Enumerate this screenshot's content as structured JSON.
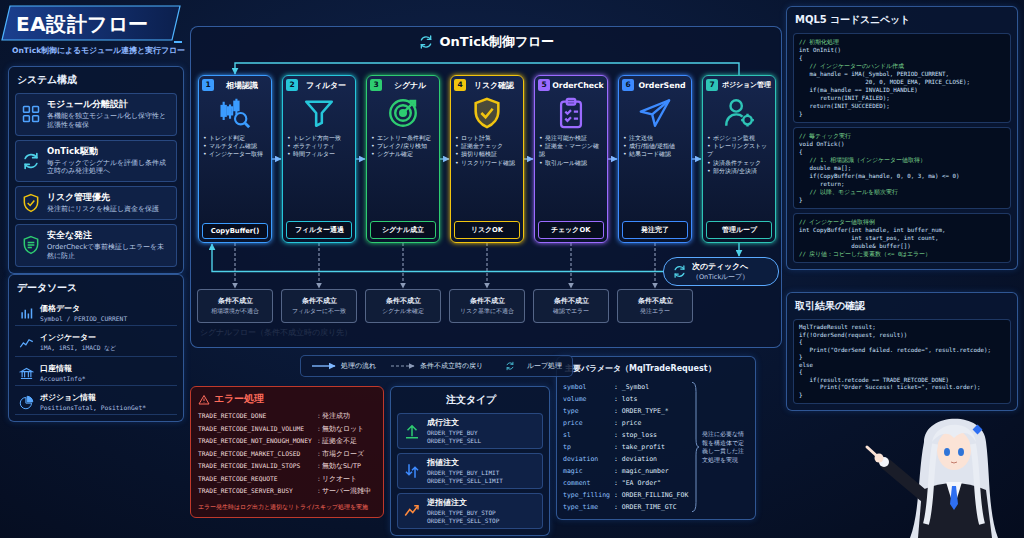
{
  "diagram": {
    "title": "EA設計フロー",
    "nodes": [
      {
        "text": [
          "システム構成"
        ]
      },
      {
        "text": [
          "モジュール分離設計",
          "各機能を独立モジュール化し保守性と拡張性を確保"
        ],
        "in": 0
      },
      {
        "text": [
          "OnTick駆動",
          "毎ティックでシグナルを評価し条件成立時のみ発注処理へ"
        ],
        "in": 0
      },
      {
        "text": [
          "リスク管理優先",
          "発注前にリスクを検証し資金を保護"
        ],
        "in": 0
      },
      {
        "text": [
          "安全な発注",
          "OrderCheckで事前検証しエラーを未然に防止"
        ],
        "in": 0
      },
      {
        "text": [
          "データソース"
        ]
      },
      {
        "text": [
          "価格データ",
          "Symbol / PERIOD_CURRENT"
        ],
        "in": 5
      },
      {
        "text": [
          "インジケーター",
          "iMA, iRSI, iMACD など"
        ],
        "in": 5
      },
      {
        "text": [
          "口座情報",
          "AccountInfo*"
        ],
        "in": 5
      },
      {
        "text": [
          "ポジション情報",
          "PositionsTotal, PositionGet*"
        ],
        "in": 5
      },
      {
        "text": [
          "OnTick制御フロー"
        ]
      },
      {
        "text": [
          "1",
          "相場認識",
          "• トレンド判定",
          "• マルチタイム確認",
          "• インジケーター取得"
        ],
        "in": 10
      },
      {
        "text": [
          "CopyBuffer()"
        ],
        "in": 11
      },
      {
        "text": [
          "2",
          "フィルター",
          "• トレンド方向一致",
          "• ボラティリティ",
          "• 時間フィルター"
        ],
        "in": 10
      },
      {
        "text": [
          "フィルター通過"
        ],
        "in": 13
      },
      {
        "text": [
          "3",
          "シグナル",
          "• エントリー条件判定",
          "• ブレイク/戻り検知",
          "• シグナル確定"
        ],
        "in": 10
      },
      {
        "text": [
          "シグナル成立"
        ],
        "in": 15
      },
      {
        "text": [
          "4",
          "リスク確認",
          "• ロット計算",
          "• 証拠金チェック",
          "• 損切り幅検証",
          "• リスクリワード確認"
        ],
        "in": 10
      },
      {
        "text": [
          "リスクOK"
        ],
        "in": 17
      },
      {
        "text": [
          "5",
          "OrderCheck",
          "• 発注可能か検証",
          "• 証拠金・マージン確認",
          "• 取引ルール確認"
        ],
        "in": 10
      },
      {
        "text": [
          "チェックOK"
        ],
        "in": 19
      },
      {
        "text": [
          "6",
          "OrderSend",
          "• 注文送信",
          "• 成行/指値/逆指値",
          "• 結果コード確認"
        ],
        "in": 10
      },
      {
        "text": [
          "発注完了"
        ],
        "in": 21
      },
      {
        "text": [
          "7",
          "ポジション管理",
          "• ポジション監視",
          "• トレーリングストップ",
          "• 決済条件チェック",
          "• 部分決済/全決済"
        ],
        "in": 10
      },
      {
        "text": [
          "管理ループ"
        ],
        "in": 23
      },
      {
        "text": [
          "次のティックへ",
          "（OnTickループ）"
        ],
        "in": 10
      },
      {
        "text": [
          "条件不成立",
          "相場環境が不適合"
        ],
        "in": 10
      },
      {
        "text": [
          "条件不成立",
          "フィルターに不一致"
        ],
        "in": 10
      },
      {
        "text": [
          "条件不成立",
          "シグナル未確定"
        ],
        "in": 10
      },
      {
        "text": [
          "条件不成立",
          "リスク基準に不適合"
        ],
        "in": 10
      },
      {
        "text": [
          "条件不成立",
          "確認でエラー"
        ],
        "in": 10
      },
      {
        "text": [
          "条件不成立",
          "発注エラー"
        ],
        "in": 10
      },
      {
        "text": [
          "エラー処理",
          "TRADE_RETCODE_DONE",
          ": 発注成功",
          "TRADE_RETCODE_INVALID_VOLUME",
          ": 無効なロット",
          "TRADE_RETCODE_NOT_ENOUGH_MONEY",
          ": 証拠金不足",
          "TRADE_RETCODE_MARKET_CLOSED",
          ": 市場クローズ",
          "TRADE_RETCODE_INVALID_STOPS",
          ": 無効なSL/TP",
          "TRADE_RETCODE_REQUOTE",
          ": リクオート",
          "TRADE_RETCODE_SERVER_BUSY",
          ": サーバー混雑中",
          "エラー発生時はログ出力と適切なリトライ/スキップ処理を実施"
        ]
      },
      {
        "text": [
          "注文タイプ"
        ]
      },
      {
        "text": [
          "成行注文",
          "ORDER_TYPE_BUY",
          "ORDER_TYPE_SELL"
        ],
        "in": 33
      },
      {
        "text": [
          "指値注文",
          "ORDER_TYPE_BUY_LIMIT",
          "ORDER_TYPE_SELL_LIMIT"
        ],
        "in": 33
      },
      {
        "text": [
          "逆指値注文",
          "ORDER_TYPE_BUY_STOP",
          "ORDER_TYPE_SELL_STOP"
        ],
        "in": 33
      },
      {
        "text": [
          "主要パラメータ（MqlTradeRequest）",
          "symbol",
          ": _Symbol",
          "volume",
          ": lots",
          "type",
          ": ORDER_TYPE_*",
          "price",
          ": price",
          "sl",
          ": stop_loss",
          "tp",
          ": take_profit",
          "deviation",
          ": deviation",
          "magic",
          ": magic_number",
          "comment",
          ": \"EA Order\"",
          "type_filling",
          ": ORDER_FILLING_FOK",
          "type_time",
          ": ORDER_TIME_GTC",
          "発注に必要な情報を構造体で定義し一貫した注文処理を実現"
        ]
      },
      {
        "text": [
          "MQL5 コードスニペット"
        ]
      },
      {
        "text": [
          "// 初期化処理",
          "int OnInit()",
          "{",
          "   // インジケーターのハンドル作成",
          "   ma_handle = iMA(_Symbol, PERIOD_CURRENT,",
          "                   20, 0, MODE_EMA, PRICE_CLOSE);",
          "   if(ma_handle == INVALID_HANDLE)",
          "      return(INIT_FAILED);",
          "   return(INIT_SUCCEEDED);",
          "}"
        ],
        "in": 38
      },
      {
        "text": [
          "// 毎ティック実行",
          "void OnTick()",
          "{",
          "   // 1. 相場認識（インジケーター値取得）",
          "   double ma[];",
          "   if(CopyBuffer(ma_handle, 0, 0, 3, ma) <= 0)",
          "      return;",
          "   // 以降、モジュールを順次実行",
          "}"
        ],
        "in": 38
      },
      {
        "text": [
          "// インジケーター値取得例",
          "int CopyBuffer(int handle, int buffer_num,",
          "               int start_pos, int count,",
          "               double& buffer[])",
          "// 戻り値：コピーした要素数（<= 0はエラー）"
        ],
        "in": 38
      },
      {
        "text": [
          "取引結果の確認",
          "MqlTradeResult result;",
          "if(!OrderSend(request, result))",
          "{",
          "   Print(\"OrderSend failed. retcode=\", result.retcode);",
          "}",
          "else",
          "{",
          "   if(result.retcode == TRADE_RETCODE_DONE)",
          "      Print(\"Order Success! ticket=\", result.order);",
          "}"
        ]
      }
    ],
    "edges": [
      {
        "from": 11,
        "to": 13,
        "arrow": "to"
      },
      {
        "from": 13,
        "to": 15,
        "arrow": "to"
      },
      {
        "from": 15,
        "to": 17,
        "arrow": "to"
      },
      {
        "from": 17,
        "to": 19,
        "arrow": "to"
      },
      {
        "from": 19,
        "to": 21,
        "arrow": "to"
      },
      {
        "from": 21,
        "to": 23,
        "arrow": "to"
      },
      {
        "from": 23,
        "to": 11,
        "arrow": "to"
      },
      {
        "from": 23,
        "to": 25,
        "arrow": "to"
      },
      {
        "from": 25,
        "to": 11,
        "arrow": "to"
      },
      {
        "from": 11,
        "to": 26,
        "arrow": "to"
      },
      {
        "from": 13,
        "to": 27,
        "arrow": "to"
      },
      {
        "from": 15,
        "to": 28,
        "arrow": "to"
      },
      {
        "from": 17,
        "to": 29,
        "arrow": "to"
      },
      {
        "from": 19,
        "to": 30,
        "arrow": "to"
      },
      {
        "from": 21,
        "to": 31,
        "arrow": "to"
      }
    ],
    "labels": [
      "OnTick制御によるモジュール連携と実行フロー",
      "シグナルフロー（条件不成立時の戻り先）"
    ],
    "legend": [
      {
        "text": "処理の流れ"
      },
      {
        "text": "条件不成立時の戻り"
      },
      {
        "text": "ループ処理"
      }
    ]
  }
}
